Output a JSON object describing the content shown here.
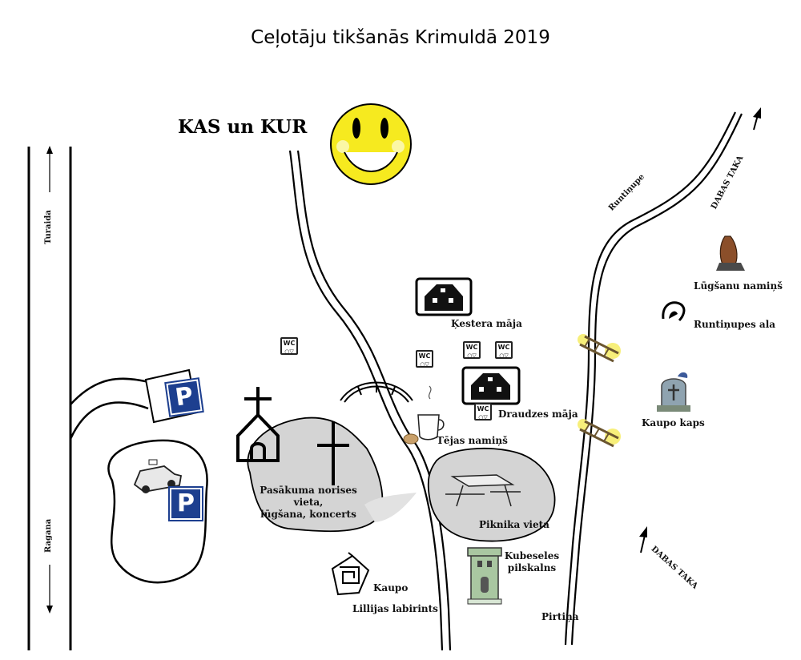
{
  "title": "Ceļotāju tikšanās Krimuldā 2019",
  "subtitle": "KAS un KUR",
  "roads": {
    "turaida": "Turaida",
    "ragana": "Ragana",
    "runtinupe": "Runtiņupe",
    "dabas_taka_top": "DABAS TAKA",
    "dabas_taka_bottom": "DABAS TAKA"
  },
  "places": {
    "kestera_maja": "Ķestera māja",
    "draudzes_maja": "Draudzes māja",
    "tejas_namins": "Tējas namiņš",
    "pasakuma_line1": "Pasākuma norises vieta,",
    "pasakuma_line2": "lūgšana, koncerts",
    "piknika_vieta": "Piknika vieta",
    "kubeseles_line1": "Kubeseles",
    "kubeseles_line2": "pilskalns",
    "kaupo": "Kaupo",
    "lillijas_labirints": "Lillijas labirints",
    "pirtina": "Pirtiņa",
    "lugsanu_namins": "Lūgšanu namiņš",
    "runtinupes_ala": "Runtiņupes ala",
    "kaupo_kaps": "Kaupo kaps"
  },
  "wc": {
    "label": "WC",
    "symbols": "○▽"
  },
  "parking": {
    "label": "P",
    "color": "#1d3f8f"
  },
  "colors": {
    "area_fill": "#d4d4d4",
    "smiley": "#f6ea1f",
    "highlight": "#f7ef7a",
    "hands": "#8b4f2a",
    "tombstone": "#8fa3b0",
    "tower": "#a9c7a1"
  }
}
